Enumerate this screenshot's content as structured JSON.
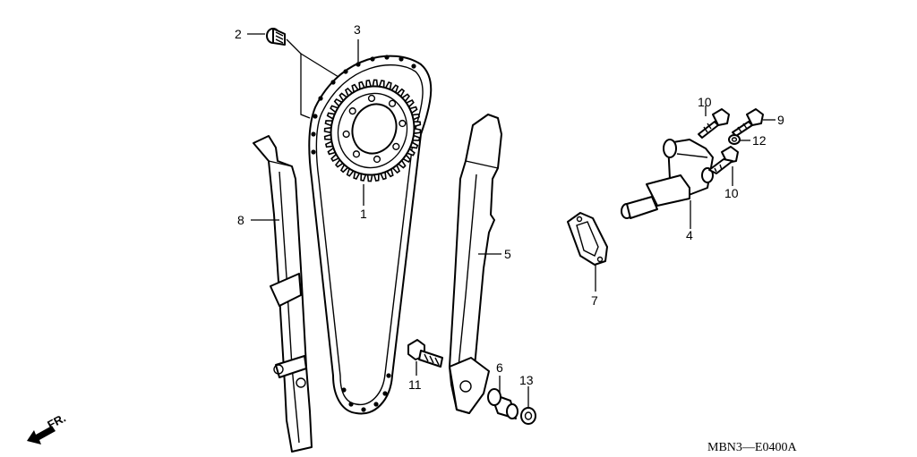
{
  "diagram": {
    "callouts": {
      "c1": "1",
      "c2": "2",
      "c3": "3",
      "c4": "4",
      "c5": "5",
      "c6": "6",
      "c7": "7",
      "c8": "8",
      "c9": "9",
      "c10a": "10",
      "c10b": "10",
      "c11": "11",
      "c12": "12",
      "c13": "13"
    },
    "direction_label": "FR.",
    "drawing_code": "MBN3—E0400A"
  }
}
